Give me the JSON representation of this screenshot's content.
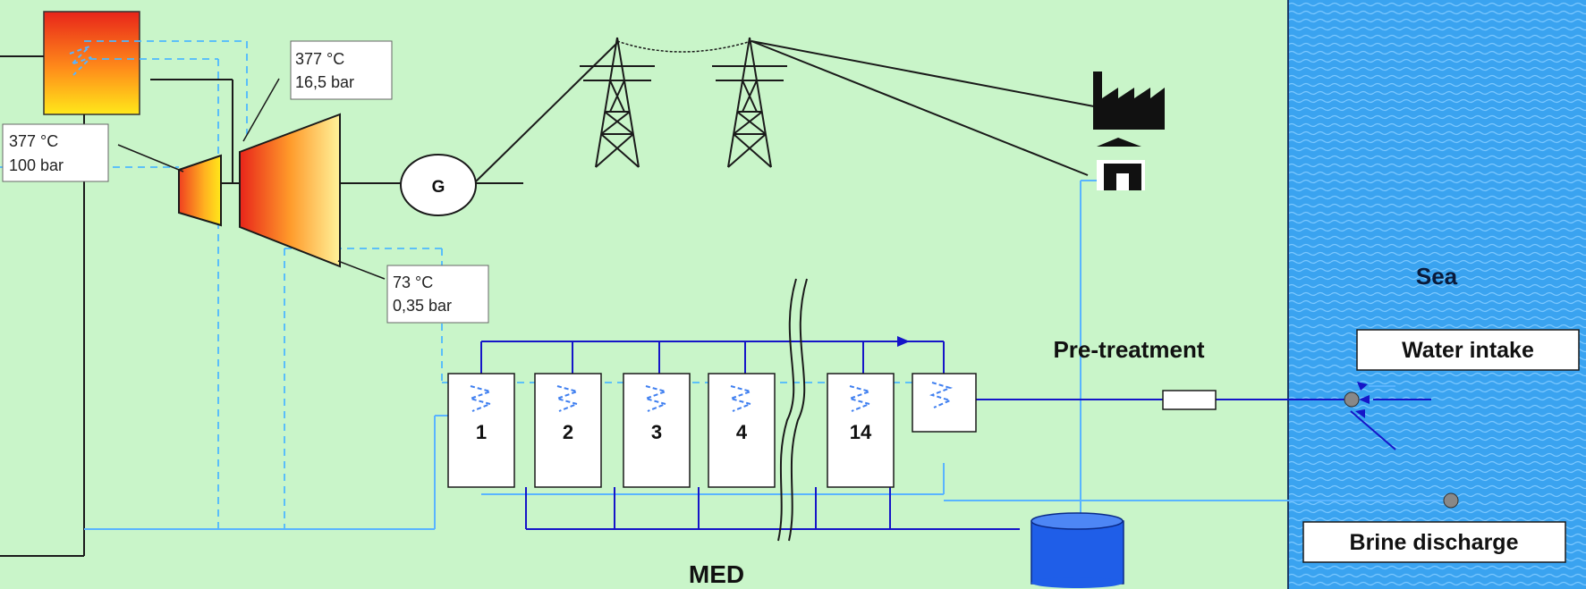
{
  "diagram": {
    "labels": {
      "sea": "Sea",
      "pretreatment": "Pre-treatment",
      "water_intake": "Water intake",
      "brine_discharge": "Brine discharge",
      "med": "MED",
      "generator": "G"
    },
    "callouts": {
      "hp_inlet": {
        "temp": "377 °C",
        "pressure": "100 bar"
      },
      "lp_inlet": {
        "temp": "377 °C",
        "pressure": "16,5 bar"
      },
      "lp_outlet": {
        "temp": "73 °C",
        "pressure": "0,35 bar"
      }
    },
    "med_effects": [
      "1",
      "2",
      "3",
      "4",
      "14"
    ],
    "colors": {
      "background": "#c9f5c9",
      "sea": "#3aa3f0",
      "pipe_dark": "#1515c8",
      "pipe_light": "#59b4ff",
      "steam_dashed": "#4db8ff",
      "tank": "#1f5ee8",
      "line": "#1a1a1a"
    },
    "icons": [
      "boiler-icon",
      "hp-turbine-icon",
      "lp-turbine-icon",
      "transmission-tower-icon",
      "factory-icon",
      "house-icon",
      "storage-tank-icon"
    ]
  }
}
